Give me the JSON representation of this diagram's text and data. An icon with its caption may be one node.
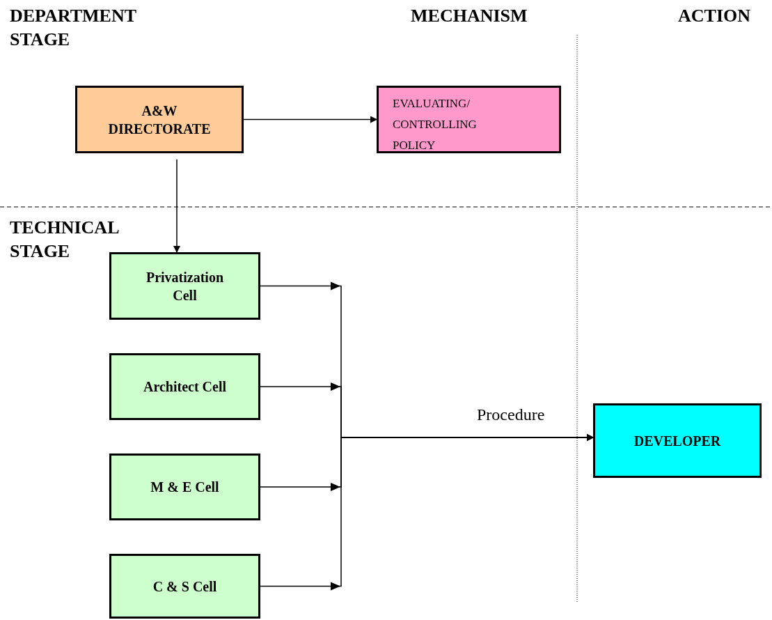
{
  "diagram": {
    "nodes": [
      {
        "text": [
          "A&W DIRECTORATE"
        ]
      },
      {
        "text": [
          "EVALUATING/ CONTROLLING POLICY"
        ]
      },
      {
        "text": [
          "Privatization Cell"
        ]
      },
      {
        "text": [
          "Architect Cell"
        ]
      },
      {
        "text": [
          "M & E Cell"
        ]
      },
      {
        "text": [
          "C & S Cell"
        ]
      },
      {
        "text": [
          "DEVELOPER"
        ]
      }
    ],
    "edges": [
      {
        "from": 0,
        "to": 1,
        "arrow": "to"
      },
      {
        "from": 0,
        "to": 2,
        "arrow": "to"
      },
      {
        "from": 2,
        "to": 6,
        "arrow": "to",
        "label": "Procedure"
      },
      {
        "from": 3,
        "to": 6,
        "arrow": "to"
      },
      {
        "from": 4,
        "to": 6,
        "arrow": "to"
      },
      {
        "from": 5,
        "to": 6,
        "arrow": "to"
      }
    ],
    "labels": [
      "DEPARTMENT STAGE",
      "MECHANISM",
      "ACTION",
      "TECHNICAL STAGE"
    ]
  }
}
